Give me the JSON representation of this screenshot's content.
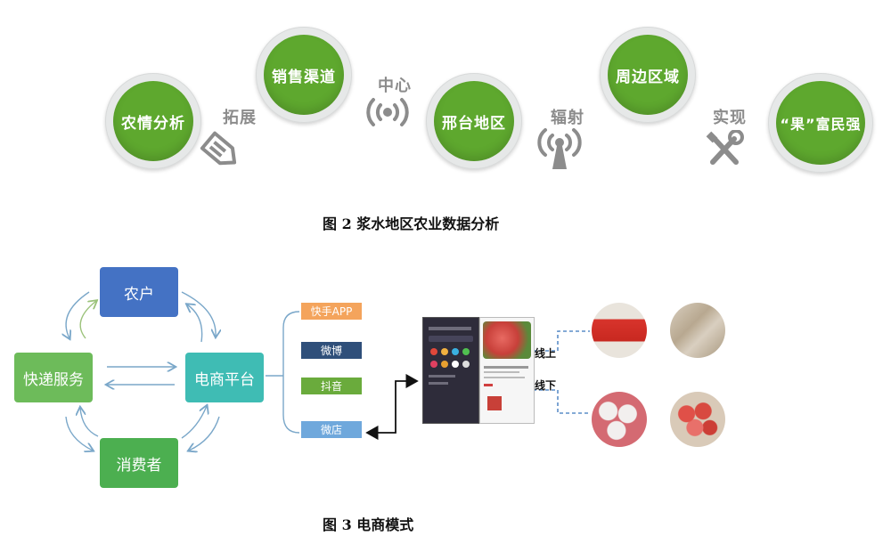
{
  "fig2": {
    "nodes": [
      "农情分析",
      "销售渠道",
      "邢台地区",
      "周边区域",
      "“果”富民强"
    ],
    "connectors": [
      "拓展",
      "中心",
      "辐射",
      "实现"
    ],
    "caption": "图 2   浆水地区农业数据分析"
  },
  "fig3": {
    "farmer": "农户",
    "platform": "电商平台",
    "consumer": "消费者",
    "express": "快递服务",
    "channels": [
      "快手APP",
      "微博",
      "抖音",
      "微店"
    ],
    "online": "线上",
    "offline": "线下",
    "caption": "图 3   电商模式"
  },
  "colors": {
    "node_green": "#5ea82e",
    "connector_gray": "#8c8c8c",
    "farmer_blue": "#4472c4",
    "platform_teal": "#3fbcb4",
    "consumer_green": "#4caf50",
    "express_green": "#6dbb5a",
    "kuaishou_orange": "#f4a45c",
    "weibo_navy": "#2f4f7a",
    "douyin_green": "#6aab3c",
    "weidian_blue": "#6fa8dc"
  }
}
